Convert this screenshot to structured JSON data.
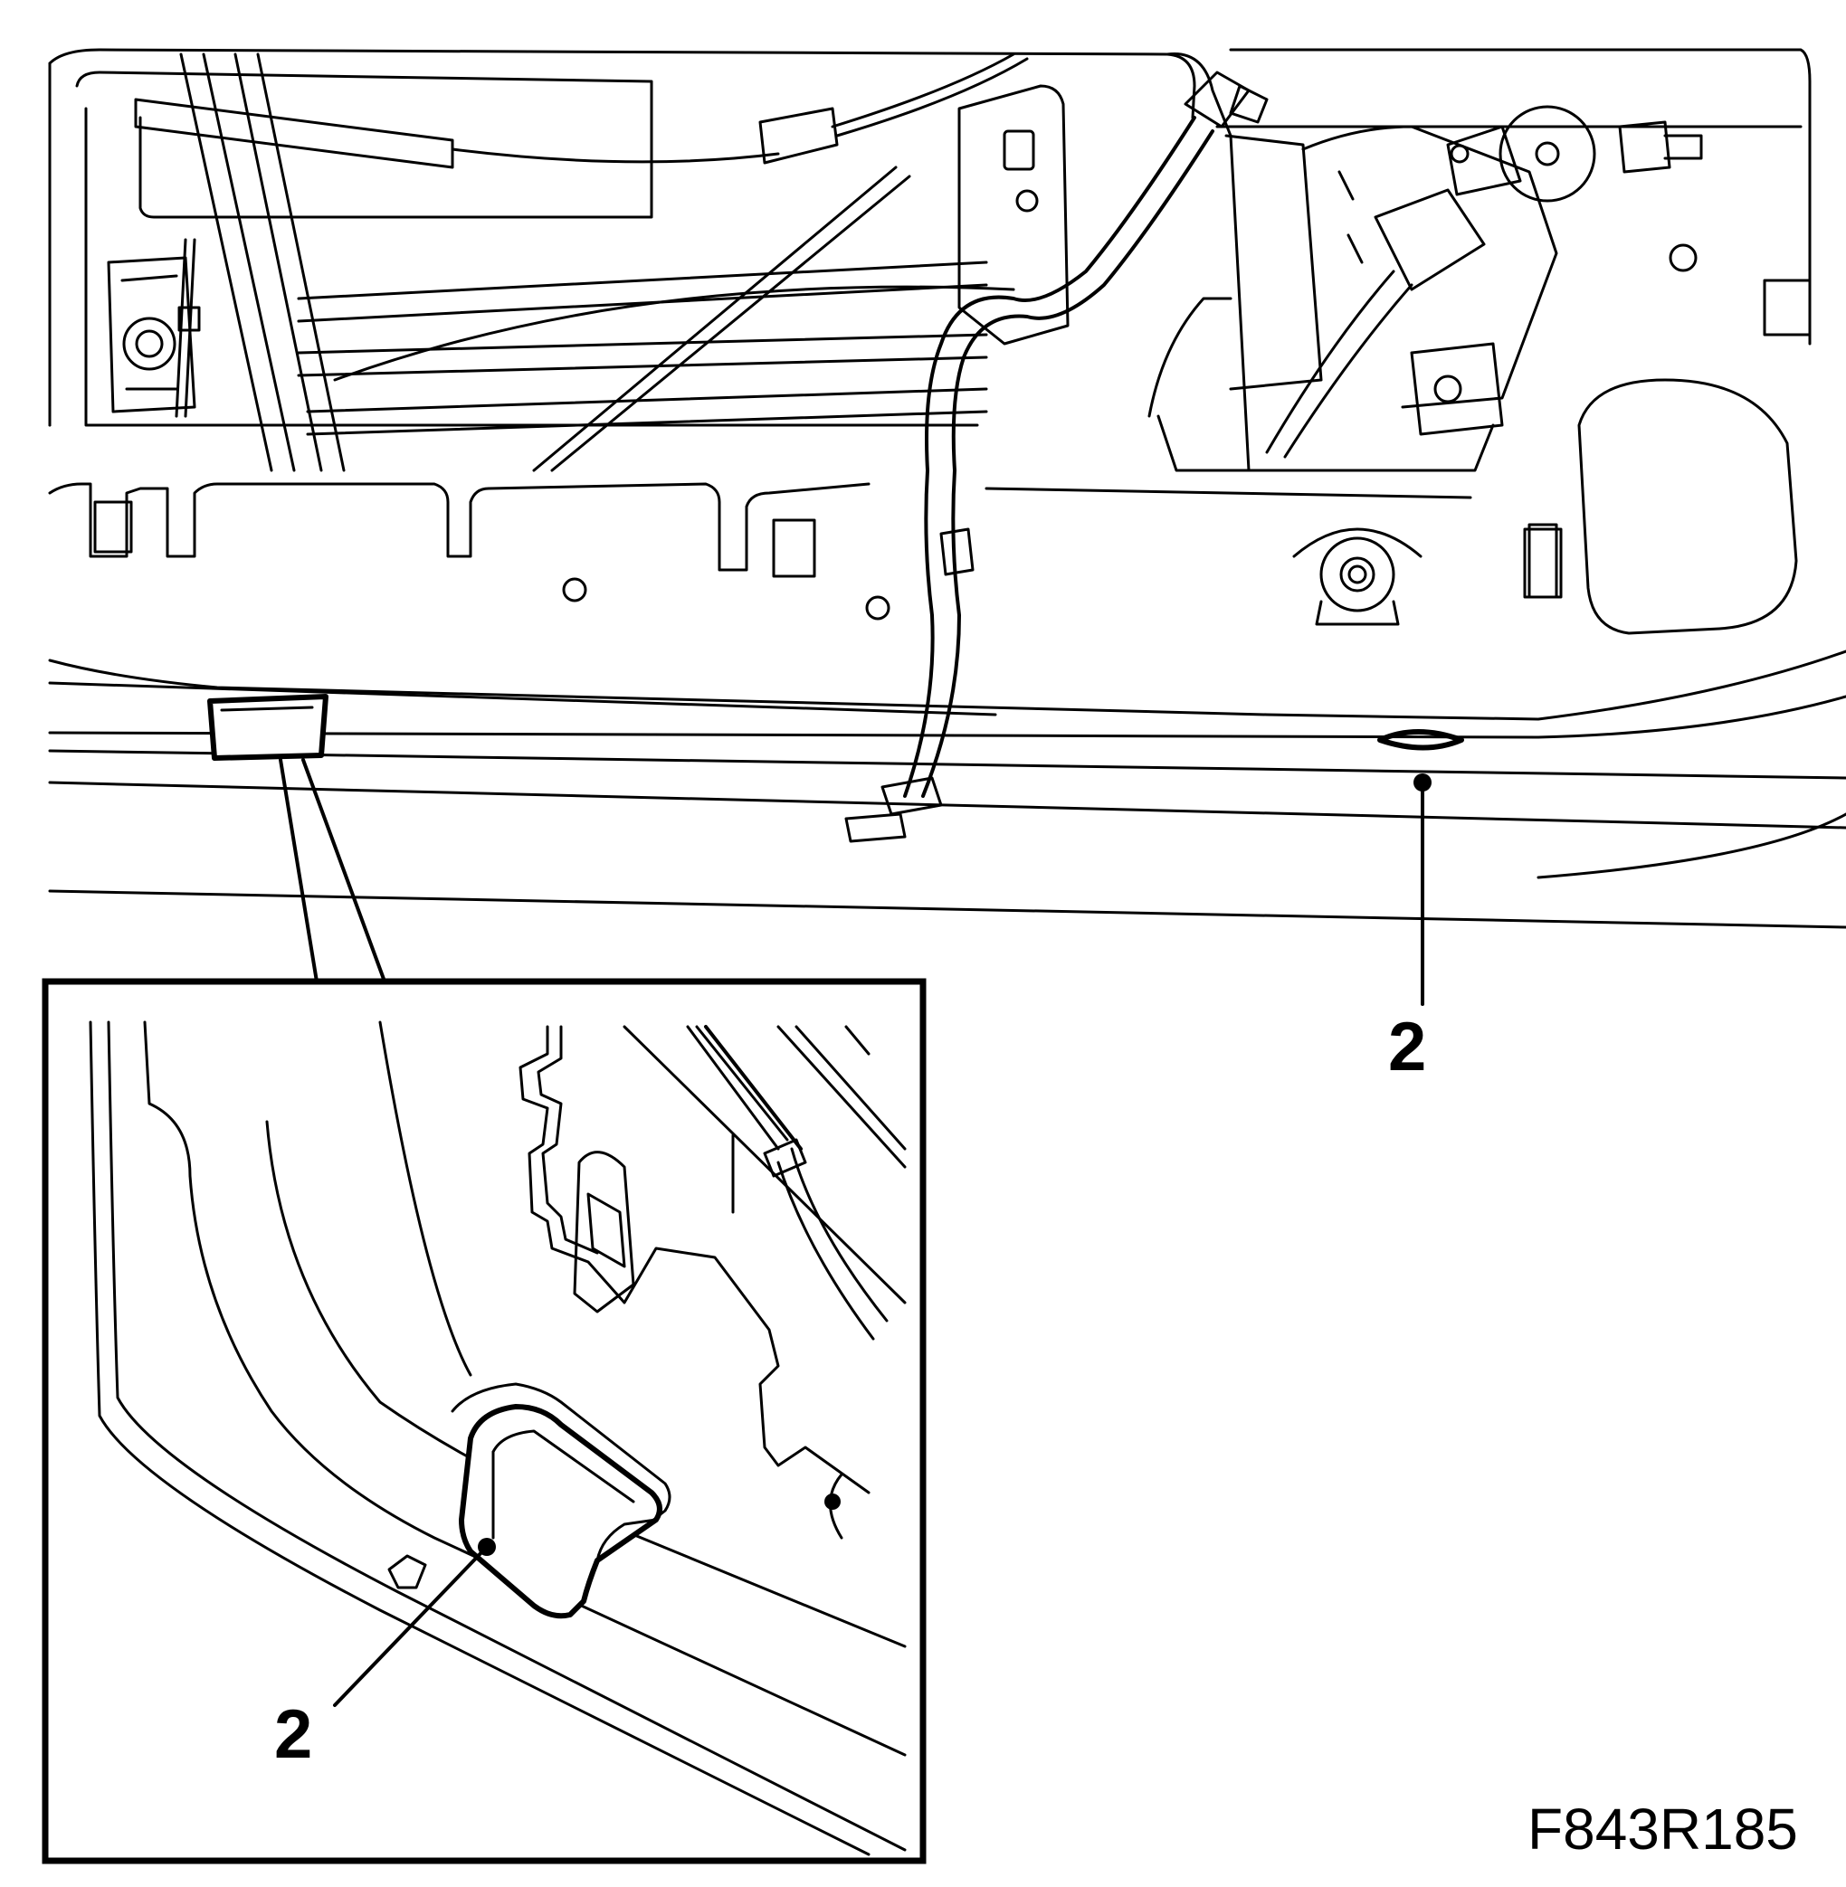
{
  "figure": {
    "code": "F843R185",
    "callouts": {
      "main": "2",
      "detail": "2"
    }
  },
  "colors": {
    "line": "#000000",
    "background": "#ffffff"
  }
}
